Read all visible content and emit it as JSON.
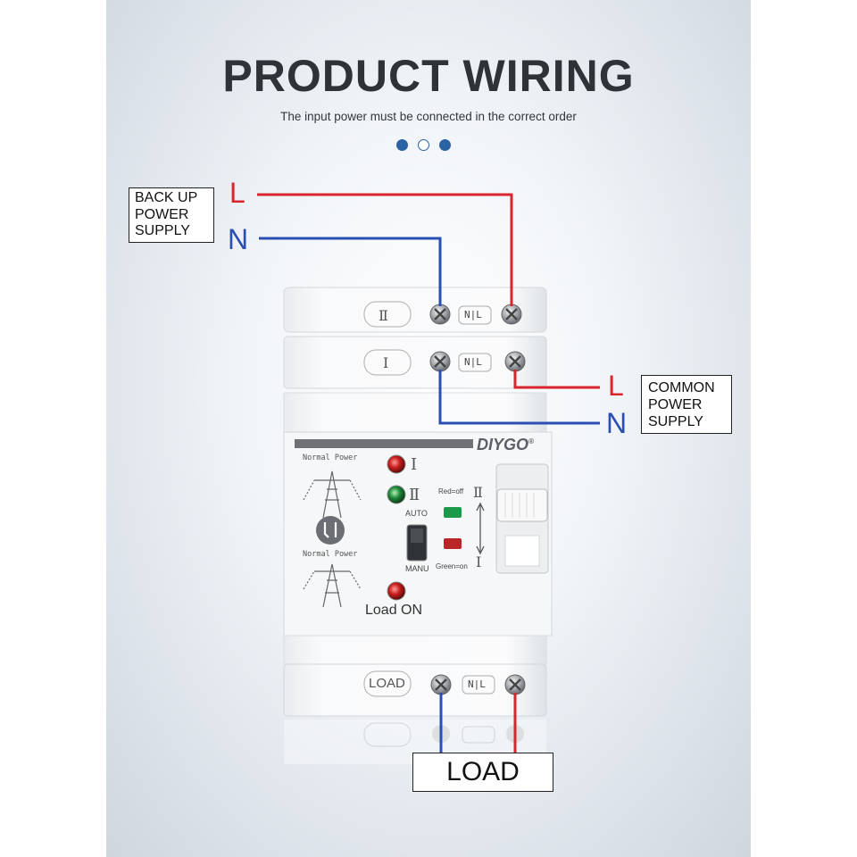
{
  "header": {
    "title": "PRODUCT WIRING",
    "subtitle": "The input power must be connected in the correct order"
  },
  "backup_supply": {
    "label_lines": [
      "BACK UP",
      "POWER",
      "SUPPLY"
    ],
    "live": "L",
    "neutral": "N"
  },
  "common_supply": {
    "label_lines": [
      "COMMON",
      "POWER",
      "SUPPLY"
    ],
    "live": "L",
    "neutral": "N"
  },
  "load_label": "LOAD",
  "device": {
    "brand": "DIYGO",
    "registered": "®",
    "terminal_row_ii": "Ⅱ",
    "terminal_row_i": "Ⅰ",
    "terminal_nl": "N|L",
    "terminal_load": "LOAD",
    "normal_power_top": "Normal Power",
    "normal_power_bottom": "Normal Power",
    "indicator_i": "Ⅰ",
    "indicator_ii": "Ⅱ",
    "auto": "AUTO",
    "manu": "MANU",
    "red_off": "Red=off",
    "green_on": "Green=on",
    "switch_ii": "Ⅱ",
    "switch_i": "Ⅰ",
    "load_on": "Load ON"
  },
  "colors": {
    "live_wire": "#d8262f",
    "neutral_wire": "#2a4fb3",
    "accent_dot": "#2a62a3"
  }
}
